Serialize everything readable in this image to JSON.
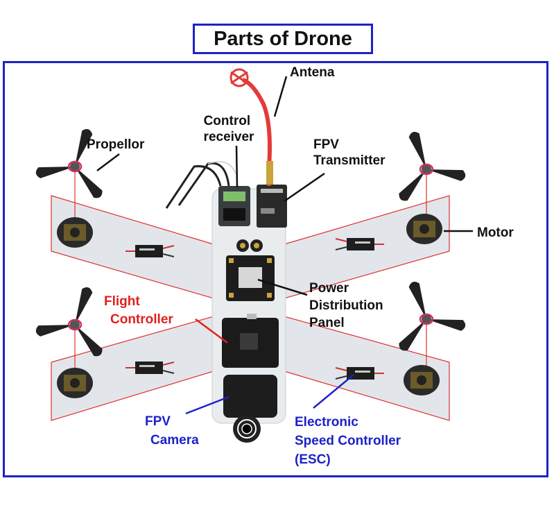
{
  "title": "Parts of Drone",
  "colors": {
    "frame": "#1c22c8",
    "black_label": "#111111",
    "red_label": "#e02020",
    "blue_label": "#1c22c8",
    "panel_fill": "#e2e6ea",
    "guide_red": "#e03030"
  },
  "labels": {
    "antena": "Antena",
    "control_receiver": [
      "Control",
      "receiver"
    ],
    "fpv_transmitter": [
      "FPV",
      "Transmitter"
    ],
    "propellor": "Propellor",
    "motor": "Motor",
    "power_distribution_panel": [
      "Power",
      "Distribution",
      "Panel"
    ],
    "flight_controller": [
      "Flight",
      "Controller"
    ],
    "fpv_camera": [
      "FPV",
      "Camera"
    ],
    "esc": [
      "Electronic",
      "Speed Controller",
      "(ESC)"
    ]
  }
}
